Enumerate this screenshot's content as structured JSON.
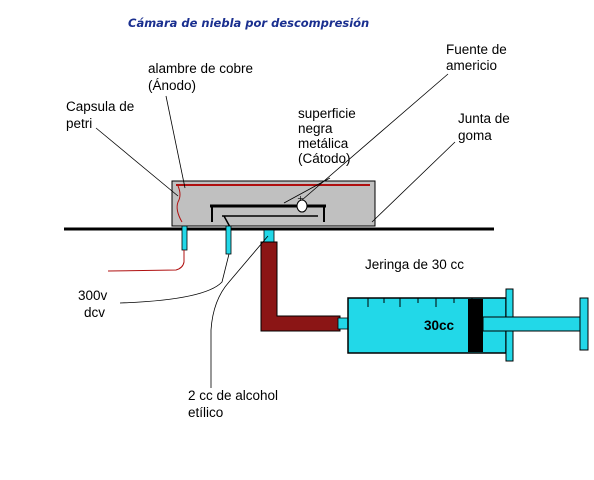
{
  "title": "Cámara de niebla por descompresión",
  "labels": {
    "copper_wire": [
      "alambre de cobre",
      "(Ánodo)"
    ],
    "petri": [
      "Capsula de",
      "petri"
    ],
    "americium": [
      "Fuente de",
      "americio"
    ],
    "cathode": [
      "superficie",
      "negra",
      "metálica",
      "(Cátodo)"
    ],
    "gasket": [
      "Junta de",
      "goma"
    ],
    "syringe_title": "Jeringa de 30 cc",
    "syringe_volume": "30cc",
    "voltage": [
      "300v",
      "dcv"
    ],
    "alcohol": [
      "2 cc de alcohol",
      "etílico"
    ]
  },
  "colors": {
    "title": "#1a2f8f",
    "chamber_fill": "#c0c0c0",
    "copper_wire": "#b01010",
    "syringe_fill": "#22d8e8",
    "tube_fill": "#8b1515",
    "plunger": "#000000"
  }
}
